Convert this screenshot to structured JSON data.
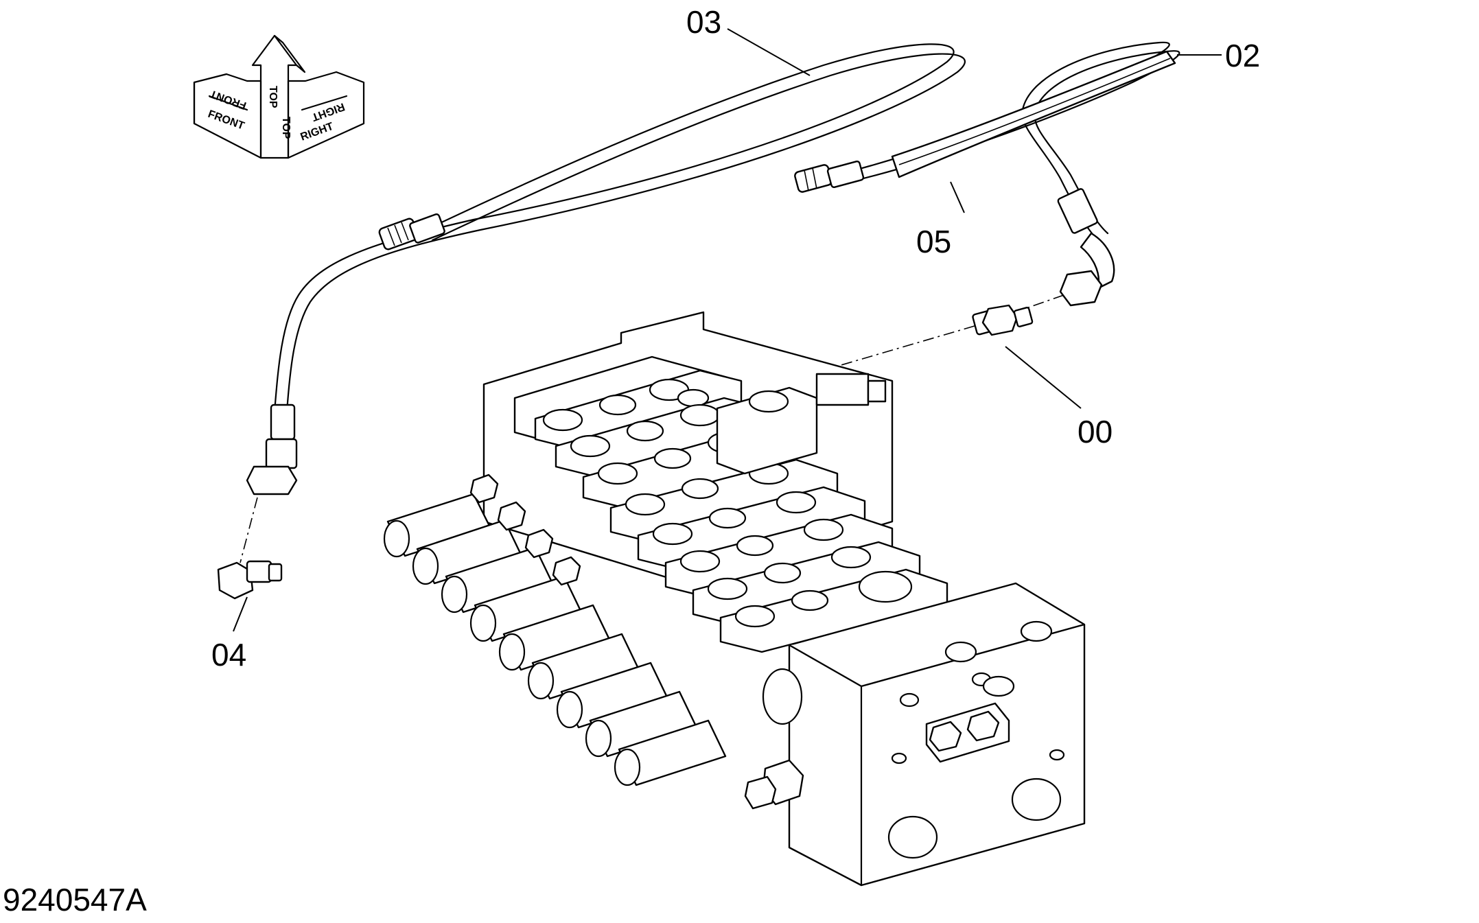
{
  "orientation_indicator": {
    "front": "FRONT",
    "top": "TOP",
    "right": "RIGHT"
  },
  "callouts": {
    "c00": "00",
    "c02": "02",
    "c03": "03",
    "c04": "04",
    "c05": "05"
  },
  "drawing_number": "9240547A"
}
